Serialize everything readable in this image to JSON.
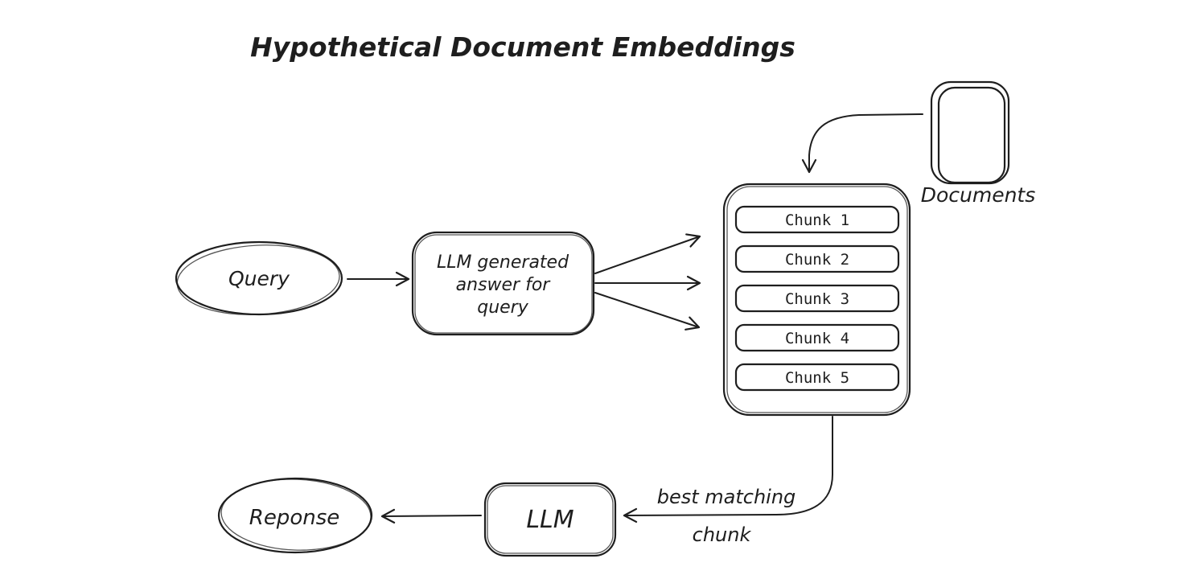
{
  "title": "Hypothetical Document Embeddings",
  "diagram": {
    "style": "hand-drawn-sketch",
    "colors": {
      "stroke": "#1e1e1e",
      "background": "#ffffff"
    },
    "nodes": {
      "query": {
        "label": "Query",
        "shape": "ellipse"
      },
      "llm_answer": {
        "shape": "rounded-rectangle",
        "lines": [
          "LLM generated",
          "answer for",
          "query"
        ]
      },
      "chunks_container": {
        "shape": "rounded-rectangle",
        "chunks": [
          {
            "label": "Chunk 1"
          },
          {
            "label": "Chunk 2"
          },
          {
            "label": "Chunk 3"
          },
          {
            "label": "Chunk 4"
          },
          {
            "label": "Chunk 5"
          }
        ]
      },
      "documents": {
        "label": "Documents",
        "shape": "stacked-rounded-rectangles"
      },
      "llm": {
        "label": "LLM",
        "shape": "rounded-rectangle"
      },
      "response": {
        "label": "Reponse",
        "shape": "ellipse"
      }
    },
    "edges": [
      {
        "from": "query",
        "to": "llm_answer",
        "type": "straight-arrow"
      },
      {
        "from": "llm_answer",
        "to": "chunks_container",
        "type": "fan-out",
        "arrow_count": 3
      },
      {
        "from": "documents",
        "to": "chunks_container",
        "type": "curved-arrow"
      },
      {
        "from": "chunks_container",
        "to": "llm",
        "type": "curved-arrow",
        "label_lines": [
          "best matching",
          "chunk"
        ]
      },
      {
        "from": "llm",
        "to": "response",
        "type": "straight-arrow"
      }
    ]
  }
}
